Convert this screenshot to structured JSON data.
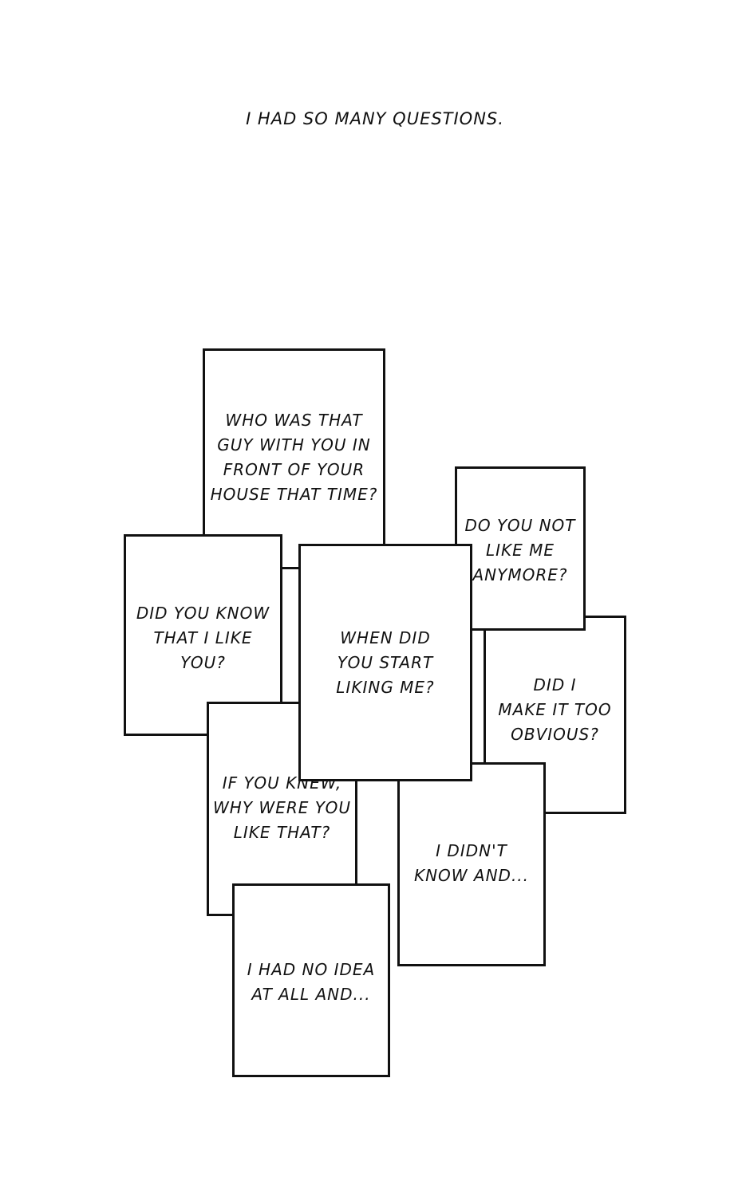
{
  "caption": "I HAD SO MANY QUESTIONS.",
  "cards": {
    "who_was_that_guy": "WHO WAS THAT\nGUY WITH YOU IN\nFRONT OF YOUR\nHOUSE THAT TIME?",
    "do_you_not_like_me": "DO YOU NOT\nLIKE ME\nANYMORE?",
    "did_you_know": "DID YOU KNOW\nTHAT I LIKE\nYOU?",
    "when_did_you_start": "WHEN DID\nYOU START\nLIKING ME?",
    "did_i_make_it_obvious": "DID I\nMAKE IT TOO\nOBVIOUS?",
    "if_you_knew": "IF YOU KNEW,\nWHY WERE YOU\nLIKE THAT?",
    "i_didnt_know": "I DIDN'T\nKNOW AND...",
    "i_had_no_idea": "I HAD NO IDEA\nAT ALL AND..."
  }
}
